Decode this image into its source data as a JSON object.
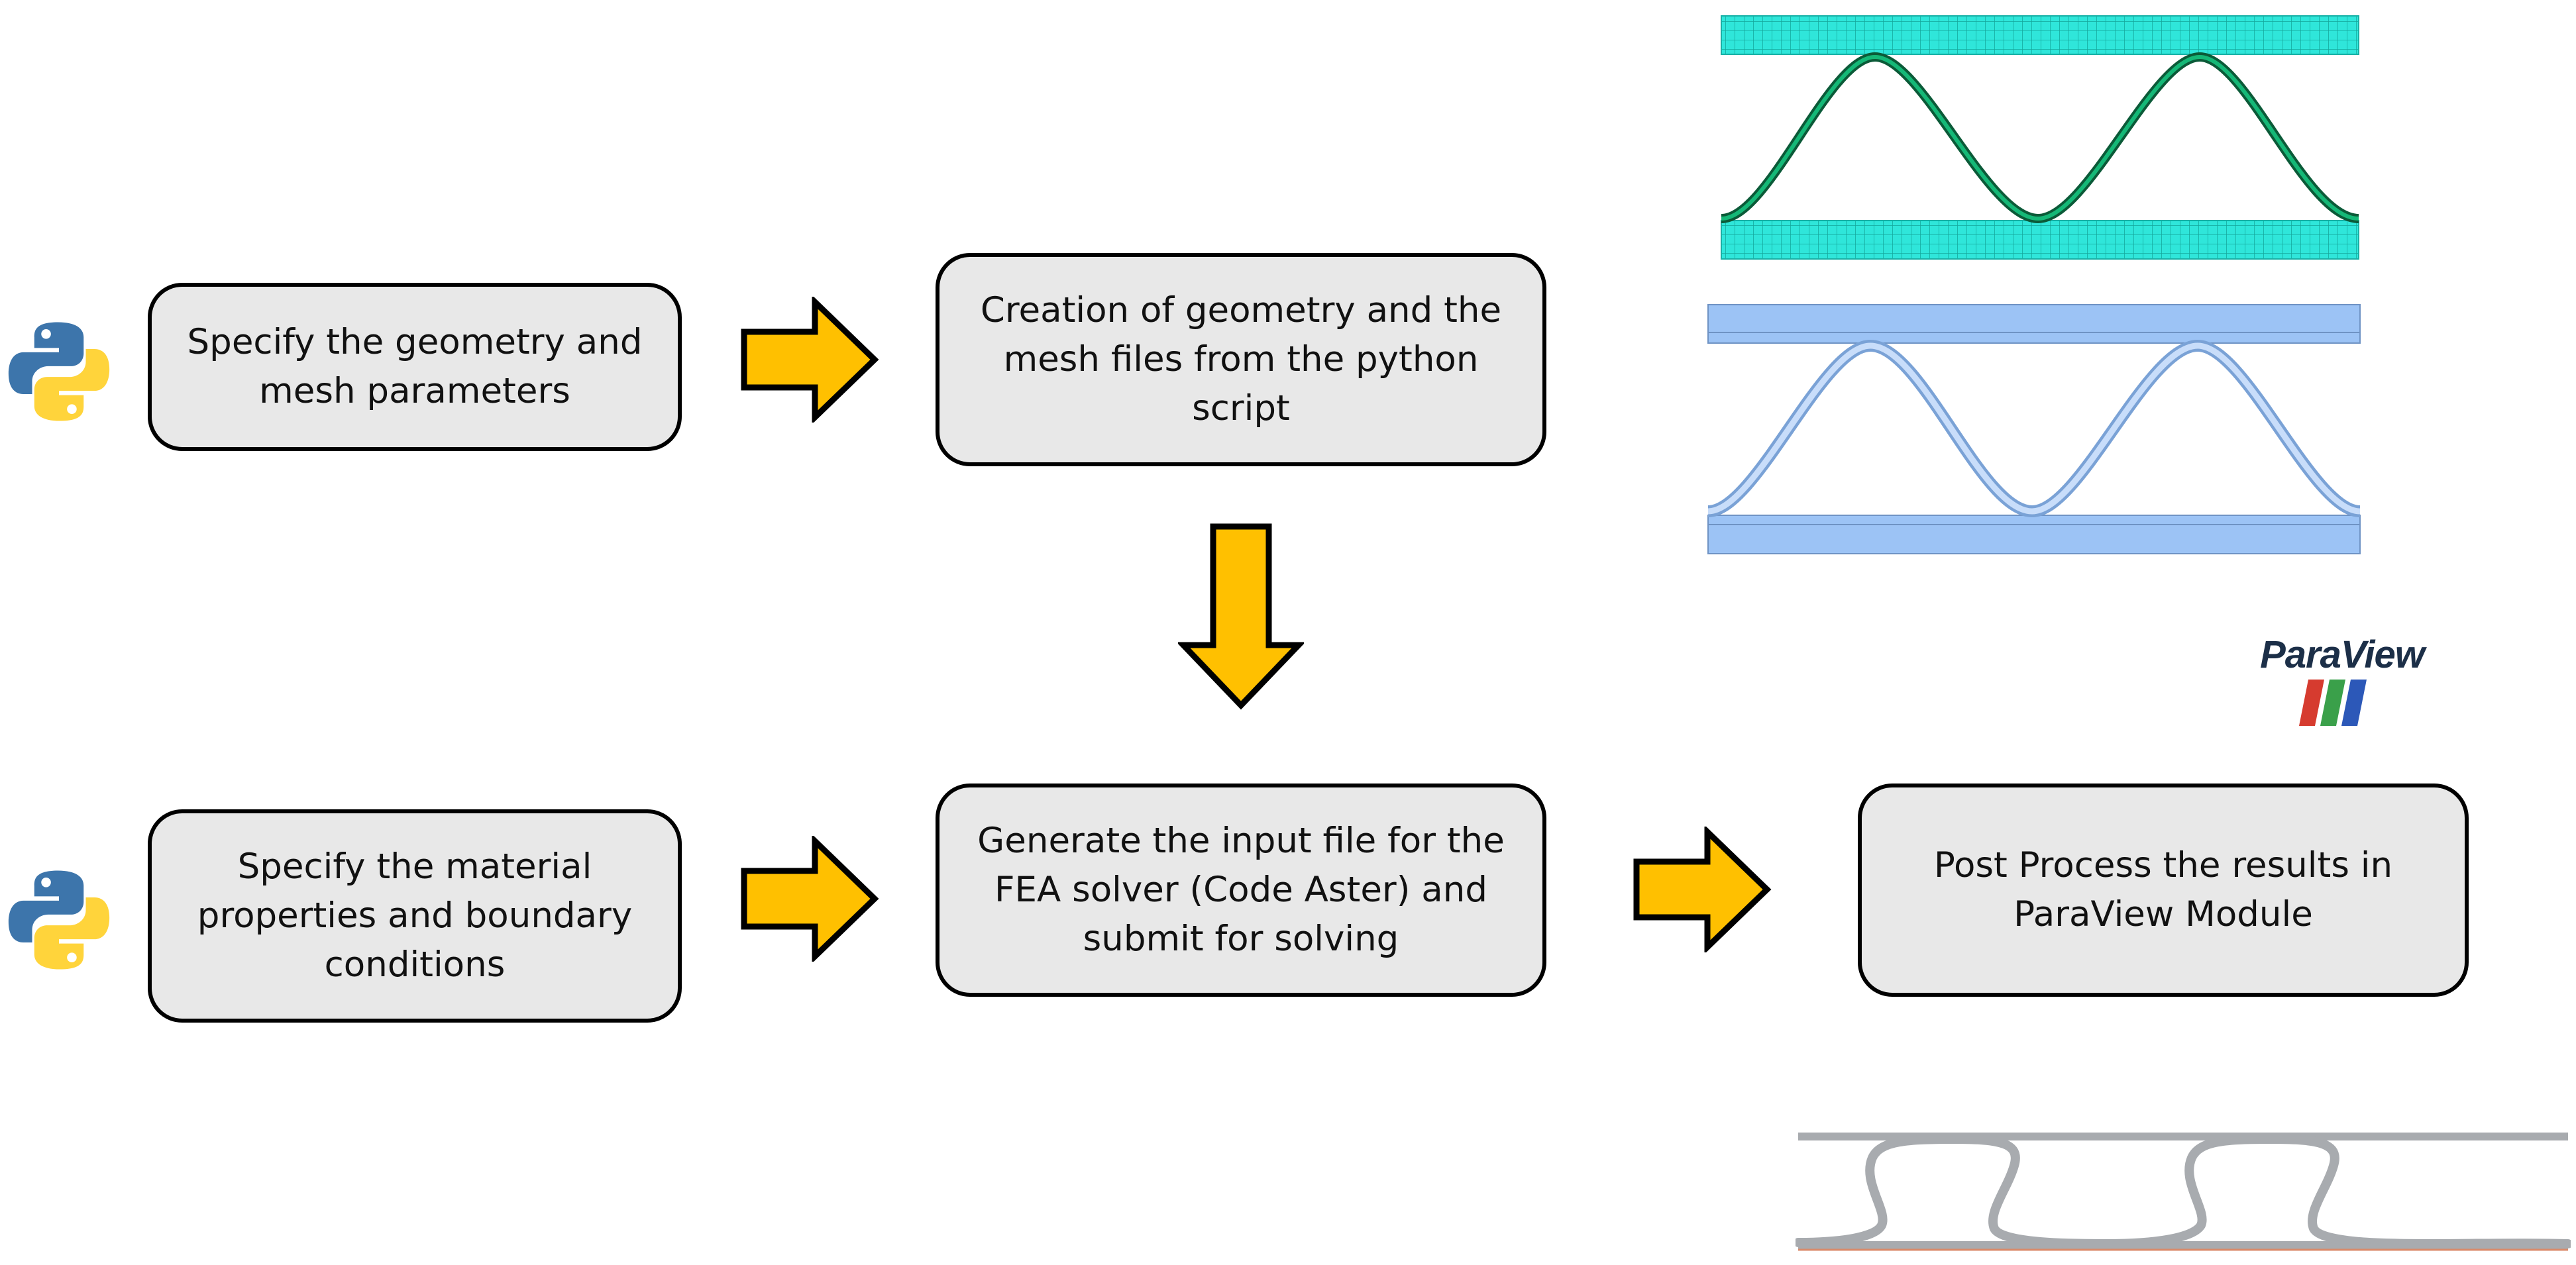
{
  "steps": {
    "geometry_params": "Specify the geometry and mesh parameters",
    "create_geometry": "Creation of geometry and the mesh files from the python script",
    "material_bc": "Specify the material properties and boundary conditions",
    "generate_input": "Generate the input file for the FEA solver (Code Aster) and submit for solving",
    "post_process": "Post Process the results in ParaView Module"
  },
  "logo": {
    "text": "ParaView"
  },
  "icons": {
    "python": "python-logo-icon",
    "arrow": "block-arrow-icon"
  },
  "colors": {
    "box_fill": "#e8e8e8",
    "arrow_fill": "#ffc000",
    "mesh_cyan": "#29e3d8",
    "wave_green": "#0a9a5a",
    "geometry_blue": "#9cc3f5",
    "deformed_gray": "#a8abaf"
  }
}
